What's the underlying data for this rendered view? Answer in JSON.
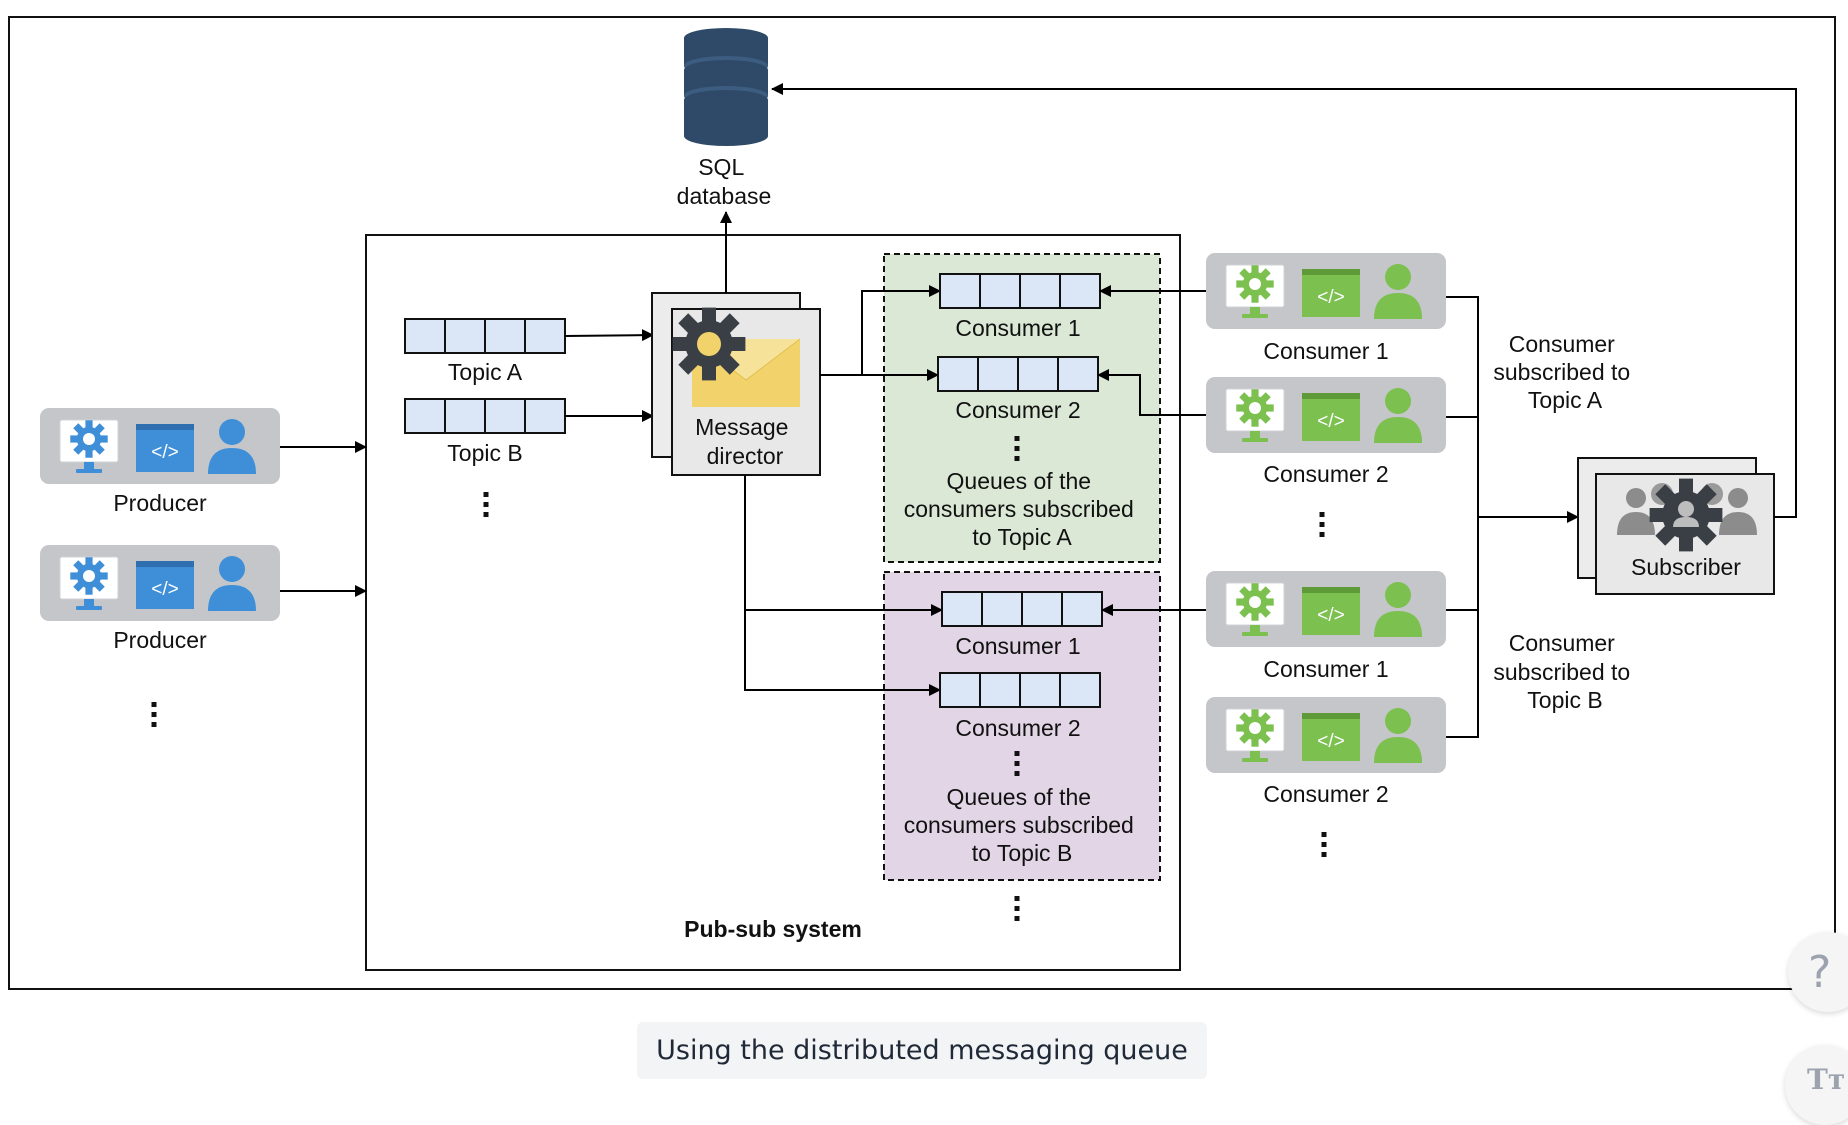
{
  "diagram": {
    "database_label": [
      "SQL",
      "database"
    ],
    "system_label": "Pub-sub system",
    "producers": [
      "Producer",
      "Producer"
    ],
    "topics": [
      "Topic A",
      "Topic B"
    ],
    "director_label": [
      "Message",
      "director"
    ],
    "queue_group_a": {
      "queues": [
        "Consumer 1",
        "Consumer 2"
      ],
      "caption": [
        "Queues of the",
        "consumers subscribed",
        "to Topic A"
      ]
    },
    "queue_group_b": {
      "queues": [
        "Consumer 1",
        "Consumer 2"
      ],
      "caption": [
        "Queues of the",
        "consumers subscribed",
        "to Topic B"
      ]
    },
    "consumers": [
      "Consumer 1",
      "Consumer 2",
      "Consumer 1",
      "Consumer 2"
    ],
    "subscription_a": [
      "Consumer",
      "subscribed to",
      "Topic A"
    ],
    "subscription_b": [
      "Consumer",
      "subscribed to",
      "Topic B"
    ],
    "subscriber_label": "Subscriber",
    "colors": {
      "producer_blue": "#3f8fd8",
      "consumer_green": "#7cc04f",
      "queue_fill": "#dbe6f7",
      "topic_a_zone": "#dae8d5",
      "topic_b_zone": "#e2d5e6",
      "database": "#2f4a68",
      "envelope": "#f2d36b",
      "gear": "#3a3f45"
    },
    "icons": [
      "database-icon",
      "gear-icon",
      "envelope-icon",
      "monitor-icon",
      "code-window-icon",
      "user-icon",
      "group-icon"
    ]
  },
  "footer": {
    "caption": "Using the distributed messaging queue",
    "help_label": "?",
    "text_size_label": "Tт"
  }
}
